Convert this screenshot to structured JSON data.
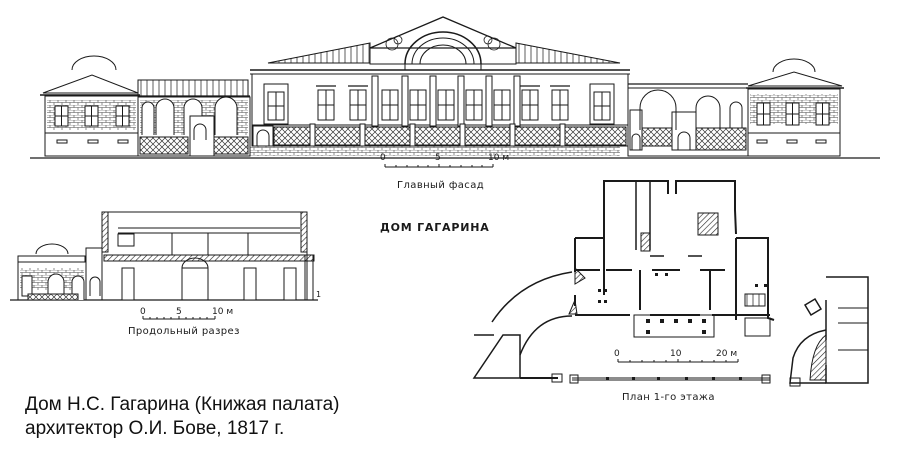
{
  "title": "ДОМ ГАГАРИНА",
  "caption": {
    "line1": "Дом Н.С. Гагарина (Книжая палата)",
    "line2": "архитектор О.И. Бове, 1817 г."
  },
  "drawings": {
    "facade": {
      "label": "Главный фасад",
      "scale": {
        "ticks": [
          "0",
          "5",
          "10 м"
        ]
      }
    },
    "section": {
      "label": "Продольный разрез",
      "scale": {
        "ticks": [
          "0",
          "5",
          "10 м"
        ]
      },
      "marker": "1"
    },
    "plan": {
      "label": "План 1-го этажа",
      "scale": {
        "ticks": [
          "0",
          "10",
          "20 м"
        ]
      }
    }
  },
  "colors": {
    "ink": "#1a1a1a",
    "paper": "#ffffff"
  }
}
